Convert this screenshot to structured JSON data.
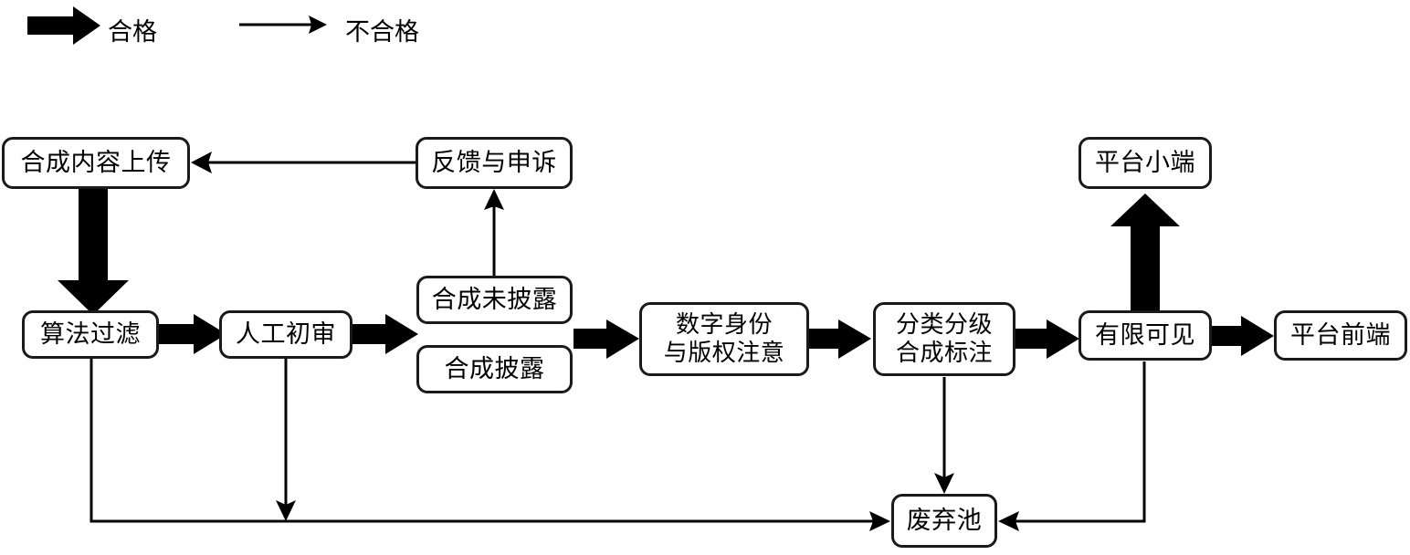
{
  "diagram": {
    "title_present": false,
    "legend": {
      "pass": {
        "label": "合格",
        "arrow": "thick-arrow-icon",
        "meaning": "pass"
      },
      "fail": {
        "label": "不合格",
        "arrow": "thin-arrow-icon",
        "meaning": "fail"
      }
    },
    "colors": {
      "stroke": "#000000",
      "fill": "#ffffff",
      "text": "#000000"
    },
    "nodes": [
      {
        "id": "upload",
        "label": "合成内容上传"
      },
      {
        "id": "algo_filter",
        "label": "算法过滤"
      },
      {
        "id": "manual_review",
        "label": "人工初审"
      },
      {
        "id": "feedback",
        "label": "反馈与申诉"
      },
      {
        "id": "not_disclosed",
        "label": "合成未披露"
      },
      {
        "id": "disclosed",
        "label": "合成披露"
      },
      {
        "id": "identity",
        "label": "数字身份\n与版权注意"
      },
      {
        "id": "classify",
        "label": "分类分级\n合成标注"
      },
      {
        "id": "limited",
        "label": "有限可见"
      },
      {
        "id": "platform_mini",
        "label": "平台小端"
      },
      {
        "id": "platform_front",
        "label": "平台前端"
      },
      {
        "id": "discard",
        "label": "废弃池"
      }
    ],
    "edges": [
      {
        "from": "upload",
        "to": "algo_filter",
        "kind": "pass"
      },
      {
        "from": "algo_filter",
        "to": "manual_review",
        "kind": "pass"
      },
      {
        "from": "manual_review",
        "to": "disclosure_pair",
        "kind": "pass"
      },
      {
        "from": "disclosure_pair",
        "to": "identity",
        "kind": "pass"
      },
      {
        "from": "identity",
        "to": "classify",
        "kind": "pass"
      },
      {
        "from": "classify",
        "to": "limited",
        "kind": "pass"
      },
      {
        "from": "limited",
        "to": "platform_front",
        "kind": "pass"
      },
      {
        "from": "limited",
        "to": "platform_mini",
        "kind": "pass"
      },
      {
        "from": "feedback",
        "to": "upload",
        "kind": "fail"
      },
      {
        "from": "not_disclosed",
        "to": "feedback",
        "kind": "fail"
      },
      {
        "from": "algo_filter",
        "to": "discard",
        "kind": "fail"
      },
      {
        "from": "manual_review",
        "to": "discard",
        "kind": "fail"
      },
      {
        "from": "classify",
        "to": "discard",
        "kind": "fail"
      },
      {
        "from": "limited",
        "to": "discard",
        "kind": "fail"
      }
    ]
  }
}
